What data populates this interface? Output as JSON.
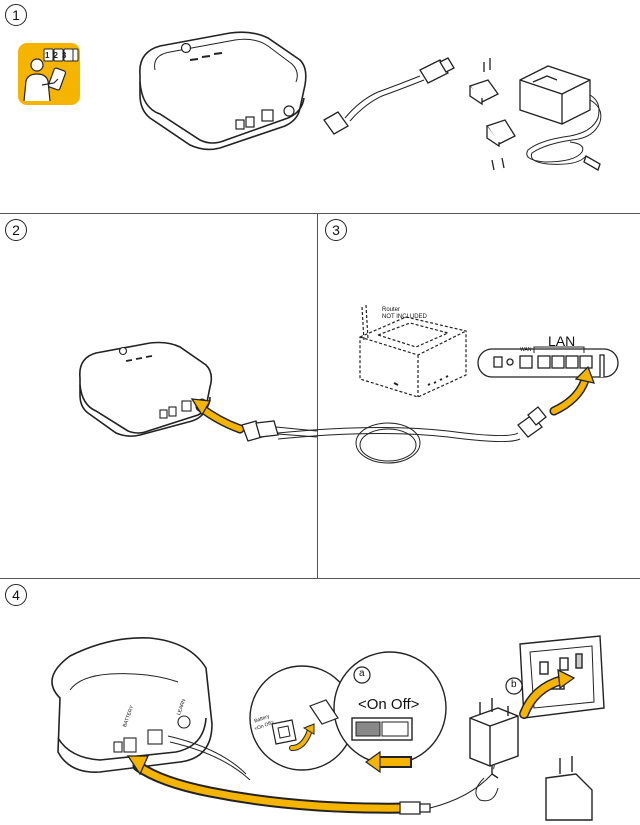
{
  "steps": {
    "s1": "1",
    "s2": "2",
    "s3": "3",
    "s4": "4"
  },
  "app_badge": {
    "code": "123"
  },
  "router": {
    "title": "Router",
    "note": "NOT INCLUDED",
    "wan": "WAN",
    "lan": "LAN"
  },
  "step4": {
    "sub_a": "a",
    "sub_b": "b",
    "switch_label": "<On Off>",
    "battery_label": "Battery",
    "battery_switch": "<On Off>",
    "port_label_left": "BATTERY",
    "port_label_right": "LEARN"
  },
  "colors": {
    "accent": "#F5B400",
    "line": "#222222",
    "divider": "#555555"
  }
}
